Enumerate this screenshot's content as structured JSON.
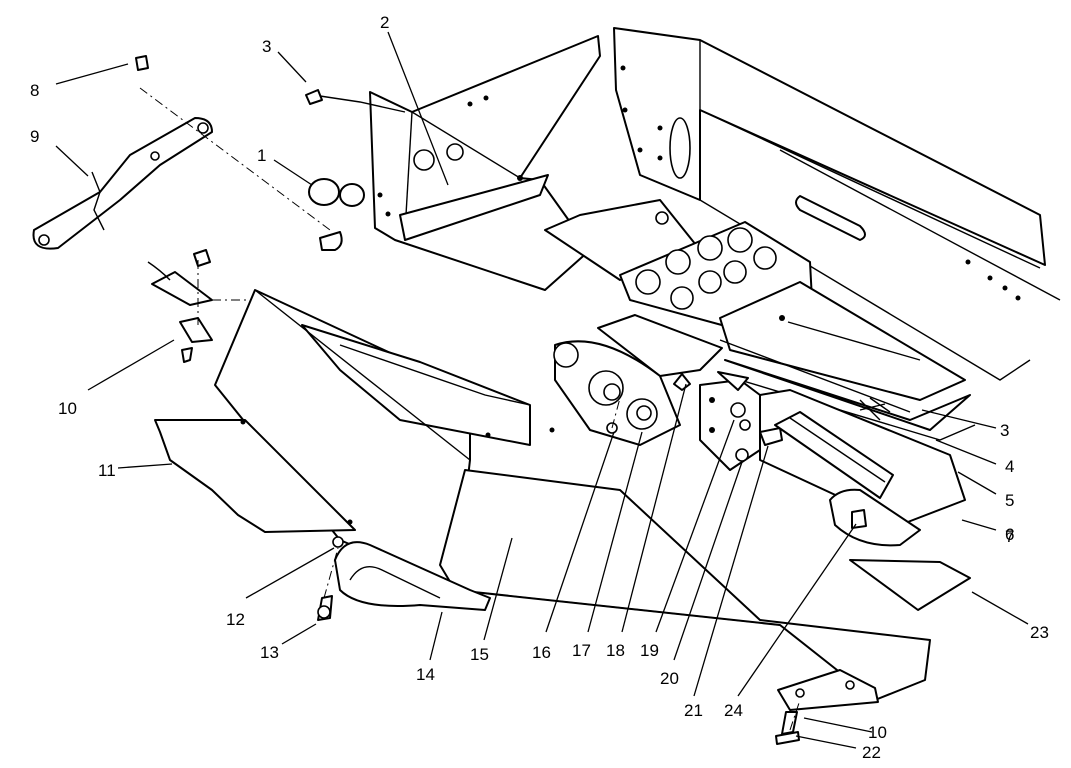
{
  "callouts": [
    {
      "id": "c1",
      "text": "1"
    },
    {
      "id": "c2",
      "text": "2"
    },
    {
      "id": "c3a",
      "text": "3"
    },
    {
      "id": "c3b",
      "text": "3"
    },
    {
      "id": "c4",
      "text": "4"
    },
    {
      "id": "c5",
      "text": "5"
    },
    {
      "id": "c6",
      "text": "6"
    },
    {
      "id": "c7",
      "text": "7"
    },
    {
      "id": "c8",
      "text": "8"
    },
    {
      "id": "c9",
      "text": "9"
    },
    {
      "id": "c10a",
      "text": "10"
    },
    {
      "id": "c10b",
      "text": "10"
    },
    {
      "id": "c11",
      "text": "11"
    },
    {
      "id": "c12",
      "text": "12"
    },
    {
      "id": "c13",
      "text": "13"
    },
    {
      "id": "c14",
      "text": "14"
    },
    {
      "id": "c15",
      "text": "15"
    },
    {
      "id": "c16",
      "text": "16"
    },
    {
      "id": "c17",
      "text": "17"
    },
    {
      "id": "c18",
      "text": "18"
    },
    {
      "id": "c19",
      "text": "19"
    },
    {
      "id": "c20",
      "text": "20"
    },
    {
      "id": "c21",
      "text": "21"
    },
    {
      "id": "c22",
      "text": "22"
    },
    {
      "id": "c23",
      "text": "23"
    },
    {
      "id": "c24",
      "text": "24"
    }
  ]
}
